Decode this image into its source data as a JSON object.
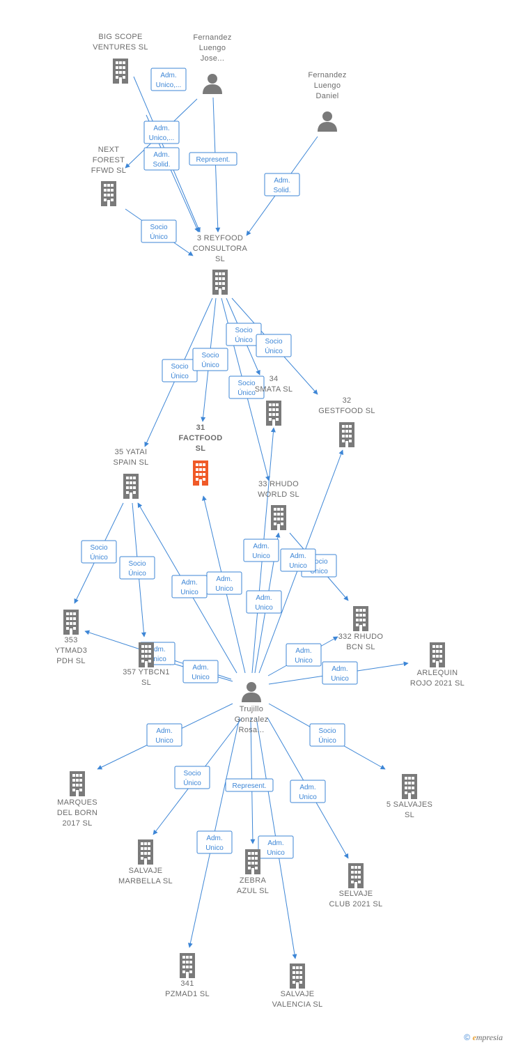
{
  "colors": {
    "edge": "#3d86d6",
    "node": "#7a7a7a",
    "focus_node": "#f05a28",
    "label": "#6b6b6b"
  },
  "nodes": [
    {
      "id": "bigscope",
      "type": "company",
      "lines": [
        "BIG SCOPE",
        "VENTURES  SL"
      ]
    },
    {
      "id": "fernjose",
      "type": "person",
      "lines": [
        "Fernandez",
        "Luengo",
        "Jose..."
      ]
    },
    {
      "id": "ferndaniel",
      "type": "person",
      "lines": [
        "Fernandez",
        "Luengo",
        "Daniel"
      ]
    },
    {
      "id": "nextforest",
      "type": "company",
      "lines": [
        "NEXT",
        "FOREST",
        "FFWD  SL"
      ]
    },
    {
      "id": "reyfood",
      "type": "company",
      "lines": [
        "3 REYFOOD",
        "CONSULTORA",
        "SL"
      ]
    },
    {
      "id": "factfood",
      "type": "company",
      "focus": true,
      "lines": [
        "31",
        "FACTFOOD",
        "SL"
      ]
    },
    {
      "id": "smata",
      "type": "company",
      "lines": [
        "34",
        "SMATA  SL"
      ]
    },
    {
      "id": "gestfood",
      "type": "company",
      "lines": [
        "32",
        "GESTFOOD  SL"
      ]
    },
    {
      "id": "yatai",
      "type": "company",
      "lines": [
        "35 YATAI",
        "SPAIN  SL"
      ]
    },
    {
      "id": "rhudoworld",
      "type": "company",
      "lines": [
        "33 RHUDO",
        "WORLD  SL"
      ]
    },
    {
      "id": "ytmad3",
      "type": "company",
      "lines": [
        "353",
        "YTMAD3",
        "PDH  SL"
      ]
    },
    {
      "id": "ytbcn1",
      "type": "company",
      "lines": [
        "357 YTBCN1",
        "SL"
      ]
    },
    {
      "id": "rhudobcn",
      "type": "company",
      "lines": [
        "332 RHUDO",
        "BCN  SL"
      ]
    },
    {
      "id": "arlequin",
      "type": "company",
      "lines": [
        "ARLEQUIN",
        "ROJO 2021  SL"
      ]
    },
    {
      "id": "trujillo",
      "type": "person",
      "lines": [
        "Trujillo",
        "Gonzalez",
        "Rosa..."
      ]
    },
    {
      "id": "marques",
      "type": "company",
      "lines": [
        "MARQUES",
        "DEL BORN",
        "2017  SL"
      ]
    },
    {
      "id": "cincosalvajes",
      "type": "company",
      "lines": [
        "5 SALVAJES",
        "SL"
      ]
    },
    {
      "id": "marbella",
      "type": "company",
      "lines": [
        "SALVAJE",
        "MARBELLA  SL"
      ]
    },
    {
      "id": "zebra",
      "type": "company",
      "lines": [
        "ZEBRA",
        "AZUL  SL"
      ]
    },
    {
      "id": "salvajeclub",
      "type": "company",
      "lines": [
        "SELVAJE",
        "CLUB 2021  SL"
      ]
    },
    {
      "id": "pzmad1",
      "type": "company",
      "lines": [
        "341",
        "PZMAD1  SL"
      ]
    },
    {
      "id": "valencia",
      "type": "company",
      "lines": [
        "SALVAJE",
        "VALENCIA  SL"
      ]
    }
  ],
  "edges": [
    {
      "from": "bigscope",
      "to": "reyfood",
      "label": [
        "Adm.",
        "Unico,..."
      ]
    },
    {
      "from": "fernjose",
      "to": "nextforest",
      "label": [
        "Adm.",
        "Unico,..."
      ]
    },
    {
      "from": "fernjose",
      "to": "reyfood",
      "label": [
        "Represent."
      ]
    },
    {
      "from": "fernjose",
      "to": "reyfood",
      "label": [
        "Adm.",
        "Solid."
      ]
    },
    {
      "from": "ferndaniel",
      "to": "reyfood",
      "label": [
        "Adm.",
        "Solid."
      ]
    },
    {
      "from": "nextforest",
      "to": "reyfood",
      "label": [
        "Socio",
        "Único"
      ]
    },
    {
      "from": "reyfood",
      "to": "yatai",
      "label": [
        "Socio",
        "Único"
      ]
    },
    {
      "from": "reyfood",
      "to": "factfood",
      "label": [
        "Socio",
        "Único"
      ]
    },
    {
      "from": "reyfood",
      "to": "smata",
      "label": [
        "Socio",
        "Único"
      ]
    },
    {
      "from": "reyfood",
      "to": "gestfood",
      "label": [
        "Socio",
        "Único"
      ]
    },
    {
      "from": "reyfood",
      "to": "rhudoworld",
      "label": [
        "Socio",
        "Único"
      ]
    },
    {
      "from": "yatai",
      "to": "ytmad3",
      "label": [
        "Socio",
        "Único"
      ]
    },
    {
      "from": "yatai",
      "to": "ytbcn1",
      "label": [
        "Socio",
        "Único"
      ]
    },
    {
      "from": "rhudoworld",
      "to": "rhudobcn",
      "label": [
        "Socio",
        "Único"
      ]
    },
    {
      "from": "trujillo",
      "to": "yatai",
      "label": [
        "Adm.",
        "Unico"
      ]
    },
    {
      "from": "trujillo",
      "to": "factfood",
      "label": [
        "Adm.",
        "Unico"
      ]
    },
    {
      "from": "trujillo",
      "to": "smata",
      "label": [
        "Adm.",
        "Unico"
      ]
    },
    {
      "from": "trujillo",
      "to": "rhudoworld",
      "label": [
        "Adm.",
        "Unico"
      ]
    },
    {
      "from": "trujillo",
      "to": "gestfood",
      "label": [
        "Adm.",
        "Unico"
      ]
    },
    {
      "from": "trujillo",
      "to": "ytmad3",
      "label": [
        "Adm.",
        "Unico"
      ]
    },
    {
      "from": "trujillo",
      "to": "ytbcn1",
      "label": [
        "Adm.",
        "Unico"
      ]
    },
    {
      "from": "trujillo",
      "to": "rhudobcn",
      "label": [
        "Adm.",
        "Unico"
      ]
    },
    {
      "from": "trujillo",
      "to": "arlequin",
      "label": [
        "Adm.",
        "Unico"
      ]
    },
    {
      "from": "trujillo",
      "to": "marques",
      "label": [
        "Adm.",
        "Unico"
      ]
    },
    {
      "from": "trujillo",
      "to": "cincosalvajes",
      "label": [
        "Socio",
        "Único"
      ]
    },
    {
      "from": "trujillo",
      "to": "marbella",
      "label": [
        "Socio",
        "Único"
      ]
    },
    {
      "from": "trujillo",
      "to": "zebra",
      "label": [
        "Represent."
      ]
    },
    {
      "from": "trujillo",
      "to": "salvajeclub",
      "label": [
        "Adm.",
        "Unico"
      ]
    },
    {
      "from": "trujillo",
      "to": "pzmad1",
      "label": [
        "Adm.",
        "Unico"
      ]
    },
    {
      "from": "trujillo",
      "to": "valencia",
      "label": [
        "Adm.",
        "Unico"
      ]
    }
  ],
  "footer": {
    "copyright": "©",
    "brand_initial": "e",
    "brand_rest": "mpresia"
  }
}
